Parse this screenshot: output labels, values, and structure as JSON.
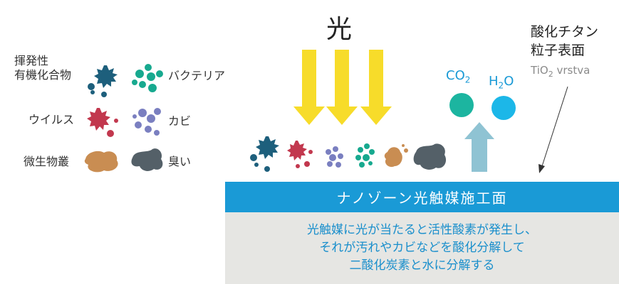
{
  "light_label": "光",
  "legend": {
    "voc": "揮発性\n有機化合物",
    "bacteria": "バクテリア",
    "virus": "ウイルス",
    "mold": "カビ",
    "dust": "微生物叢",
    "odor": "臭い"
  },
  "tio2": {
    "line1": "酸化チタン",
    "line2": "粒子表面",
    "sub_base": "TiO",
    "sub_num": "2",
    "sub_rest": "vrstva"
  },
  "products": {
    "co2_base": "CO",
    "co2_num": "2",
    "h2o_h": "H",
    "h2o_num": "2",
    "h2o_o": "O"
  },
  "banner": "ナノゾーン光触媒施工面",
  "description": [
    "光触媒に光が当たると活性酸素が発生し、",
    "それが汚れやカビなどを酸化分解して",
    "二酸化炭素と水に分解する"
  ],
  "colors": {
    "arrow_yellow": "#f7dc2a",
    "banner_blue": "#1a9ad6",
    "voc_blue": "#1d5f7c",
    "bacteria_teal": "#17a98f",
    "virus_red": "#c2384e",
    "mold_purple": "#7a7fc0",
    "dust_brown": "#c98d52",
    "odor_gray": "#546068",
    "co2_teal": "#1cb5a0",
    "h2o_cyan": "#1cb7e8",
    "up_arrow": "#8fc3d3"
  }
}
